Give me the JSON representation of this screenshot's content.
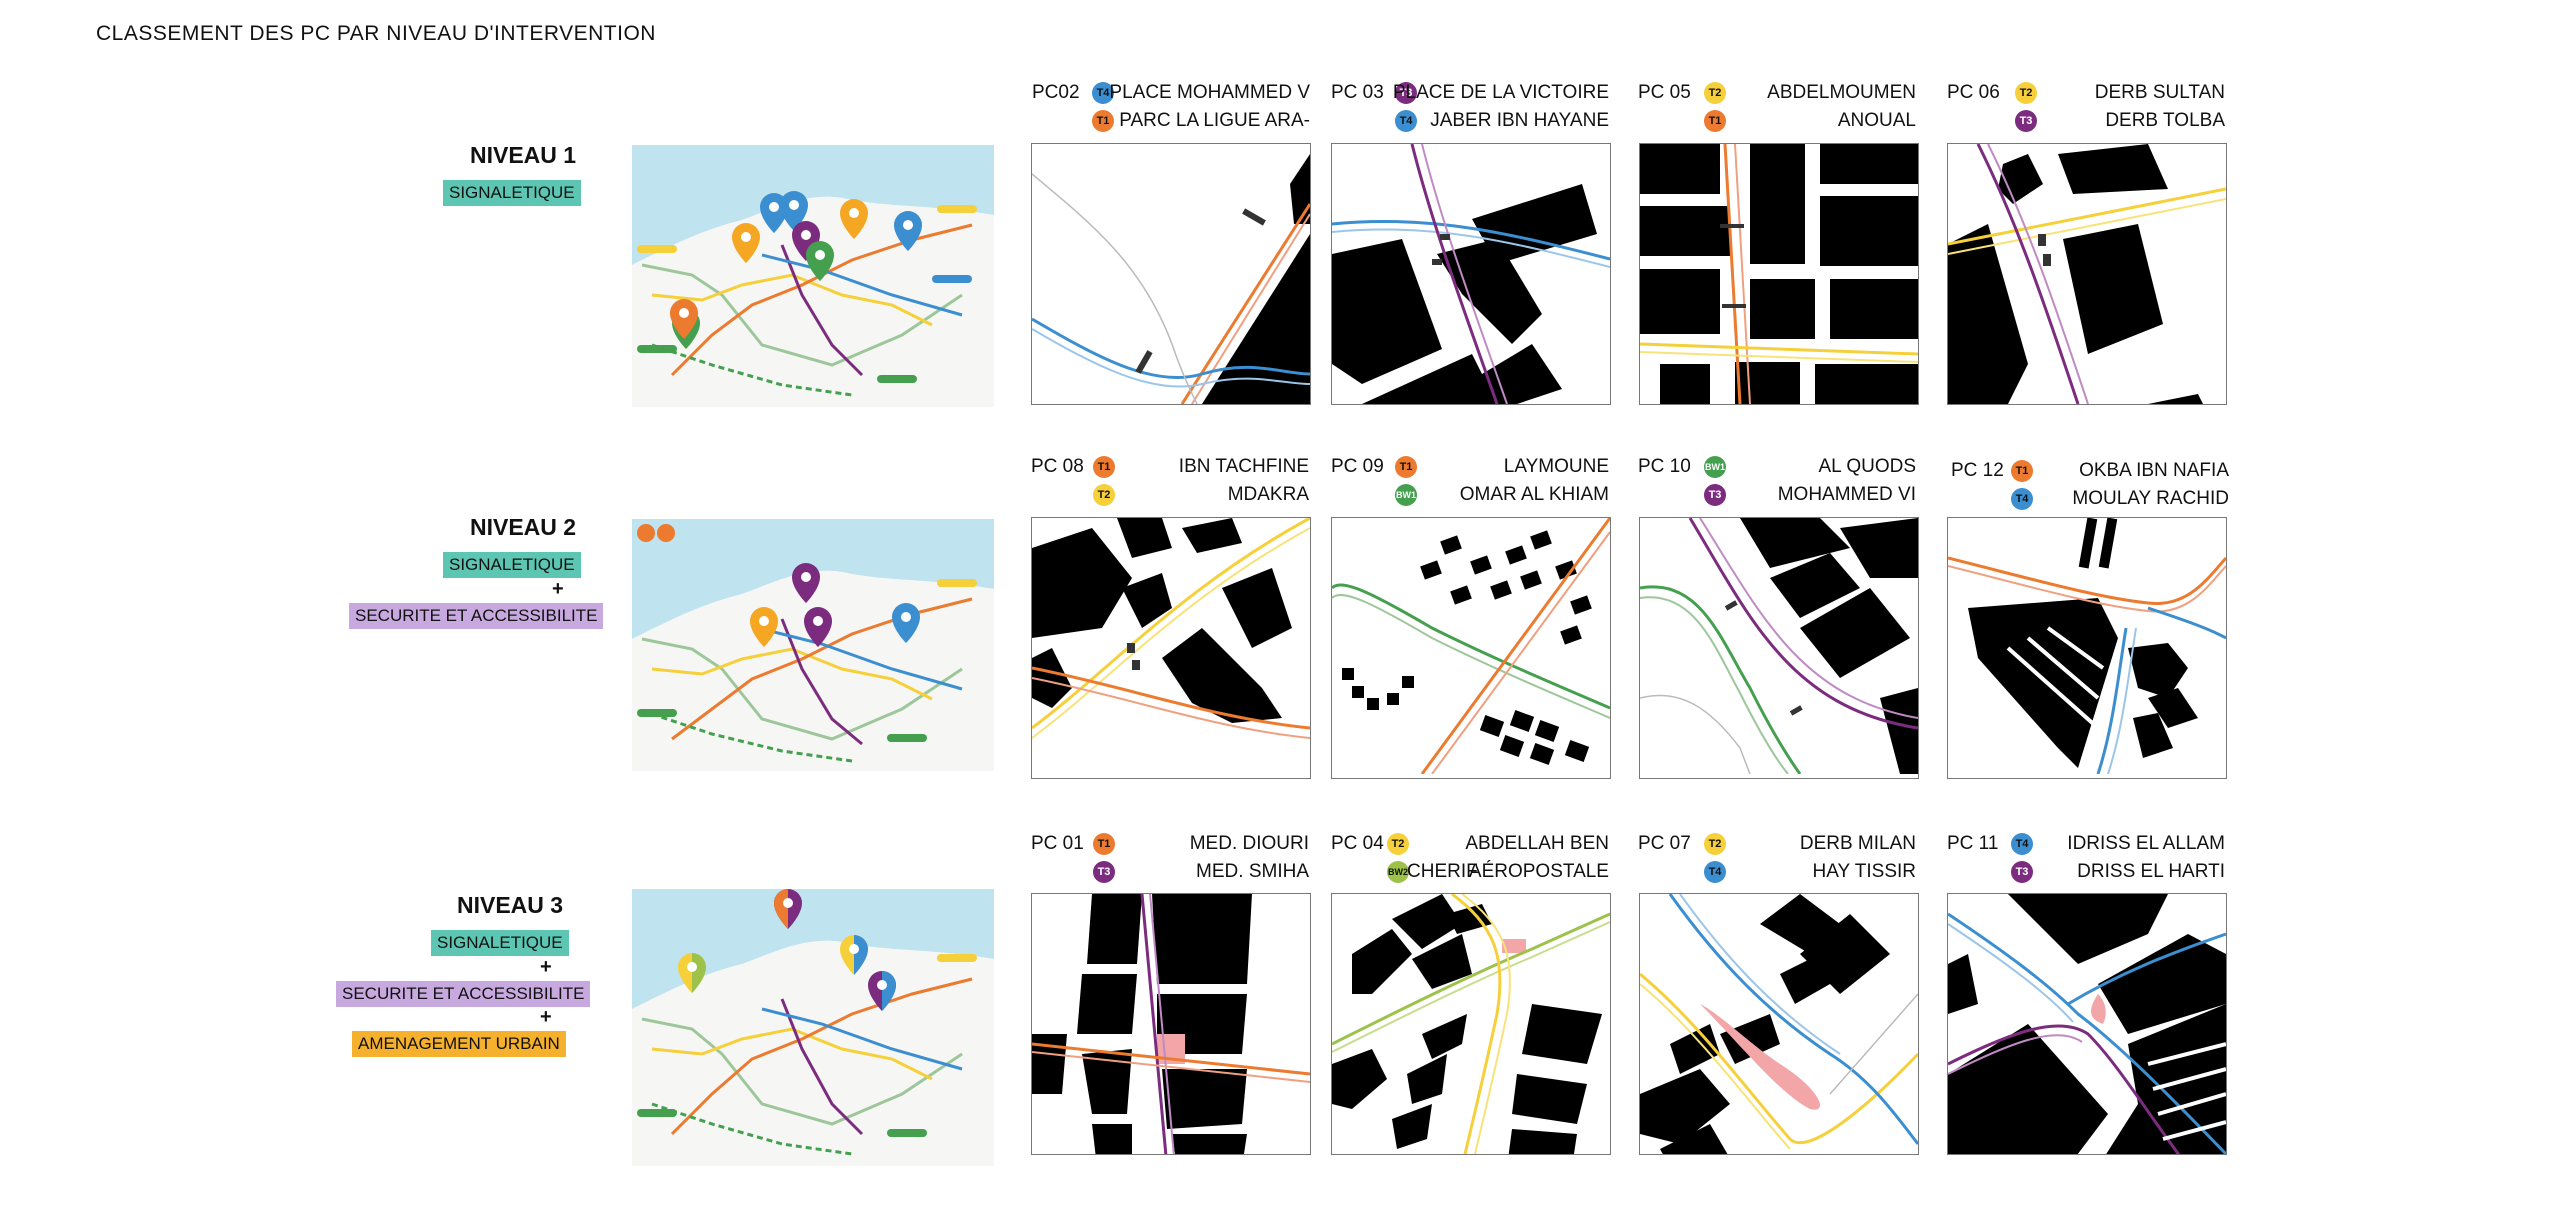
{
  "title": "CLASSEMENT DES PC PAR NIVEAU D'INTERVENTION",
  "colors": {
    "T1": "#ec7a2f",
    "T2": "#f5d03a",
    "T3": "#7b2c7e",
    "T4": "#3b8ed0",
    "BW1": "#44a04e",
    "BW2": "#9cc24a",
    "signaletique": "#5dc6b3",
    "securite": "#c7a9e0",
    "amenagement": "#f5b02e",
    "highlight": "#f2a6a8"
  },
  "levels": [
    {
      "title": "NIVEAU 1",
      "tags": [
        "SIGNALETIQUE"
      ],
      "separators": [],
      "pcs": [
        {
          "code": "PC02",
          "lines": [
            "T4",
            "T1"
          ],
          "stations": [
            "PLACE MOHAMMED V",
            "PARC LA LIGUE ARA-"
          ]
        },
        {
          "code": "PC 03",
          "lines": [
            "T3",
            "T4"
          ],
          "stations": [
            "PLACE DE LA VICTOIRE",
            "JABER IBN HAYANE"
          ]
        },
        {
          "code": "PC 05",
          "lines": [
            "T2",
            "T1"
          ],
          "stations": [
            "ABDELMOUMEN",
            "ANOUAL"
          ]
        },
        {
          "code": "PC 06",
          "lines": [
            "T2",
            "T3"
          ],
          "stations": [
            "DERB SULTAN",
            "DERB TOLBA"
          ]
        }
      ]
    },
    {
      "title": "NIVEAU 2",
      "tags": [
        "SIGNALETIQUE",
        "SECURITE ET ACCESSIBILITE"
      ],
      "separators": [
        "+"
      ],
      "pcs": [
        {
          "code": "PC 08",
          "lines": [
            "T1",
            "T2"
          ],
          "stations": [
            "IBN TACHFINE",
            "MDAKRA"
          ]
        },
        {
          "code": "PC 09",
          "lines": [
            "T1",
            "BW1"
          ],
          "stations": [
            "LAYMOUNE",
            "OMAR AL KHIAM"
          ]
        },
        {
          "code": "PC 10",
          "lines": [
            "BW1",
            "T3"
          ],
          "stations": [
            "AL QUODS",
            "MOHAMMED VI"
          ]
        },
        {
          "code": "PC 12",
          "lines": [
            "T1",
            "T4"
          ],
          "stations": [
            "OKBA IBN NAFIA",
            "MOULAY RACHID"
          ]
        }
      ]
    },
    {
      "title": "NIVEAU 3",
      "tags": [
        "SIGNALETIQUE",
        "SECURITE ET ACCESSIBILITE",
        "AMENAGEMENT URBAIN"
      ],
      "separators": [
        "+",
        "+"
      ],
      "pcs": [
        {
          "code": "PC 01",
          "lines": [
            "T1",
            "T3"
          ],
          "stations": [
            "MED. DIOURI",
            "MED. SMIHA"
          ]
        },
        {
          "code": "PC 04",
          "lines": [
            "T2",
            "BW2"
          ],
          "stations": [
            "ABDELLAH BEN",
            "CHERIF",
            "AÉROPOSTALE"
          ]
        },
        {
          "code": "PC 07",
          "lines": [
            "T2",
            "T4"
          ],
          "stations": [
            "DERB MILAN",
            "HAY TISSIR"
          ]
        },
        {
          "code": "PC 11",
          "lines": [
            "T4",
            "T3"
          ],
          "stations": [
            "IDRISS EL ALLAM",
            "DRISS EL HARTI"
          ]
        }
      ]
    }
  ]
}
